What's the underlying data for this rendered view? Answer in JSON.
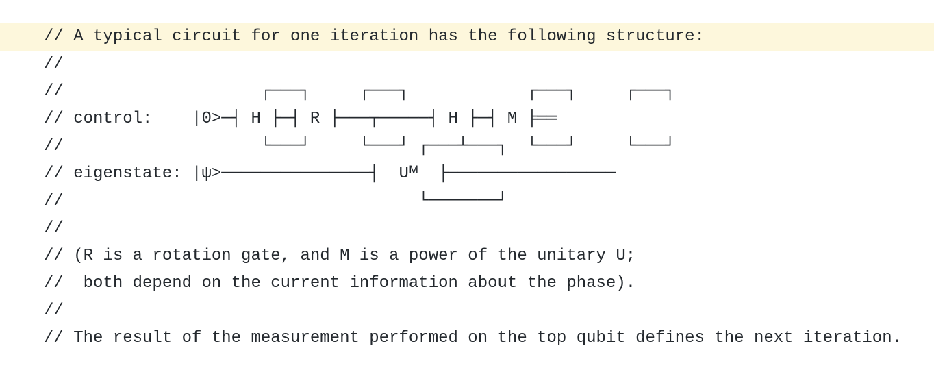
{
  "editor": {
    "highlight_color": "#fdf7dc",
    "text_color": "#24292e",
    "highlighted_line_index": 0,
    "lines": [
      "// A typical circuit for one iteration has the following structure:",
      "//",
      "//                    ┌───┐     ┌───┐            ┌───┐     ┌───┐",
      "// control:    |0>─┤ H ├─┤ R ├───┬─────┤ H ├─┤ M ╞══",
      "//                    └───┘     └───┘ ┌───┴───┐  └───┘     └───┘",
      "// eigenstate: |ψ>───────────────┤  Uᴹ  ├─────────────────",
      "//                                    └───────┘",
      "//",
      "// (R is a rotation gate, and M is a power of the unitary U;",
      "//  both depend on the current information about the phase).",
      "//",
      "// The result of the measurement performed on the top qubit defines the next iteration."
    ]
  }
}
